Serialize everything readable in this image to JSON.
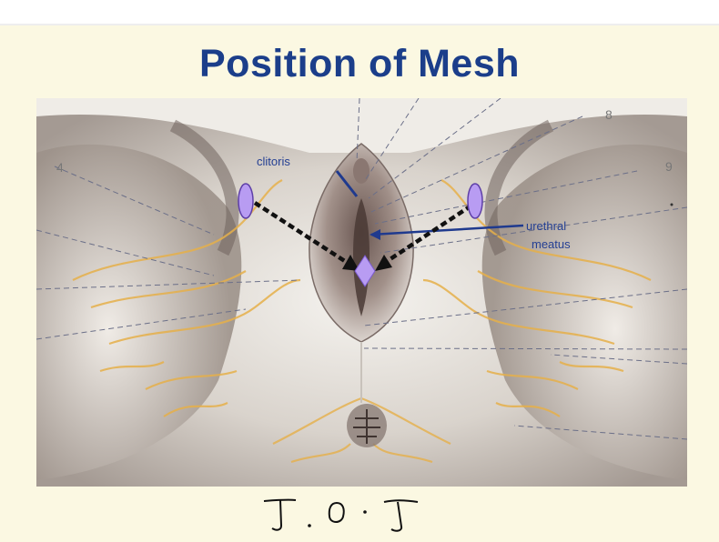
{
  "title": "Position of Mesh",
  "labels": {
    "clitoris": "clitoris",
    "urethral": "urethral",
    "meatus": "meatus"
  },
  "numbers": {
    "n4": "4",
    "n8": "8",
    "n9": "9"
  },
  "handwriting": "T. O. T",
  "colors": {
    "title": "#1b3e8a",
    "label": "#243f93",
    "mesh_marker": "#b89cf2",
    "arrow": "#111111",
    "background": "#fbf8e2"
  }
}
